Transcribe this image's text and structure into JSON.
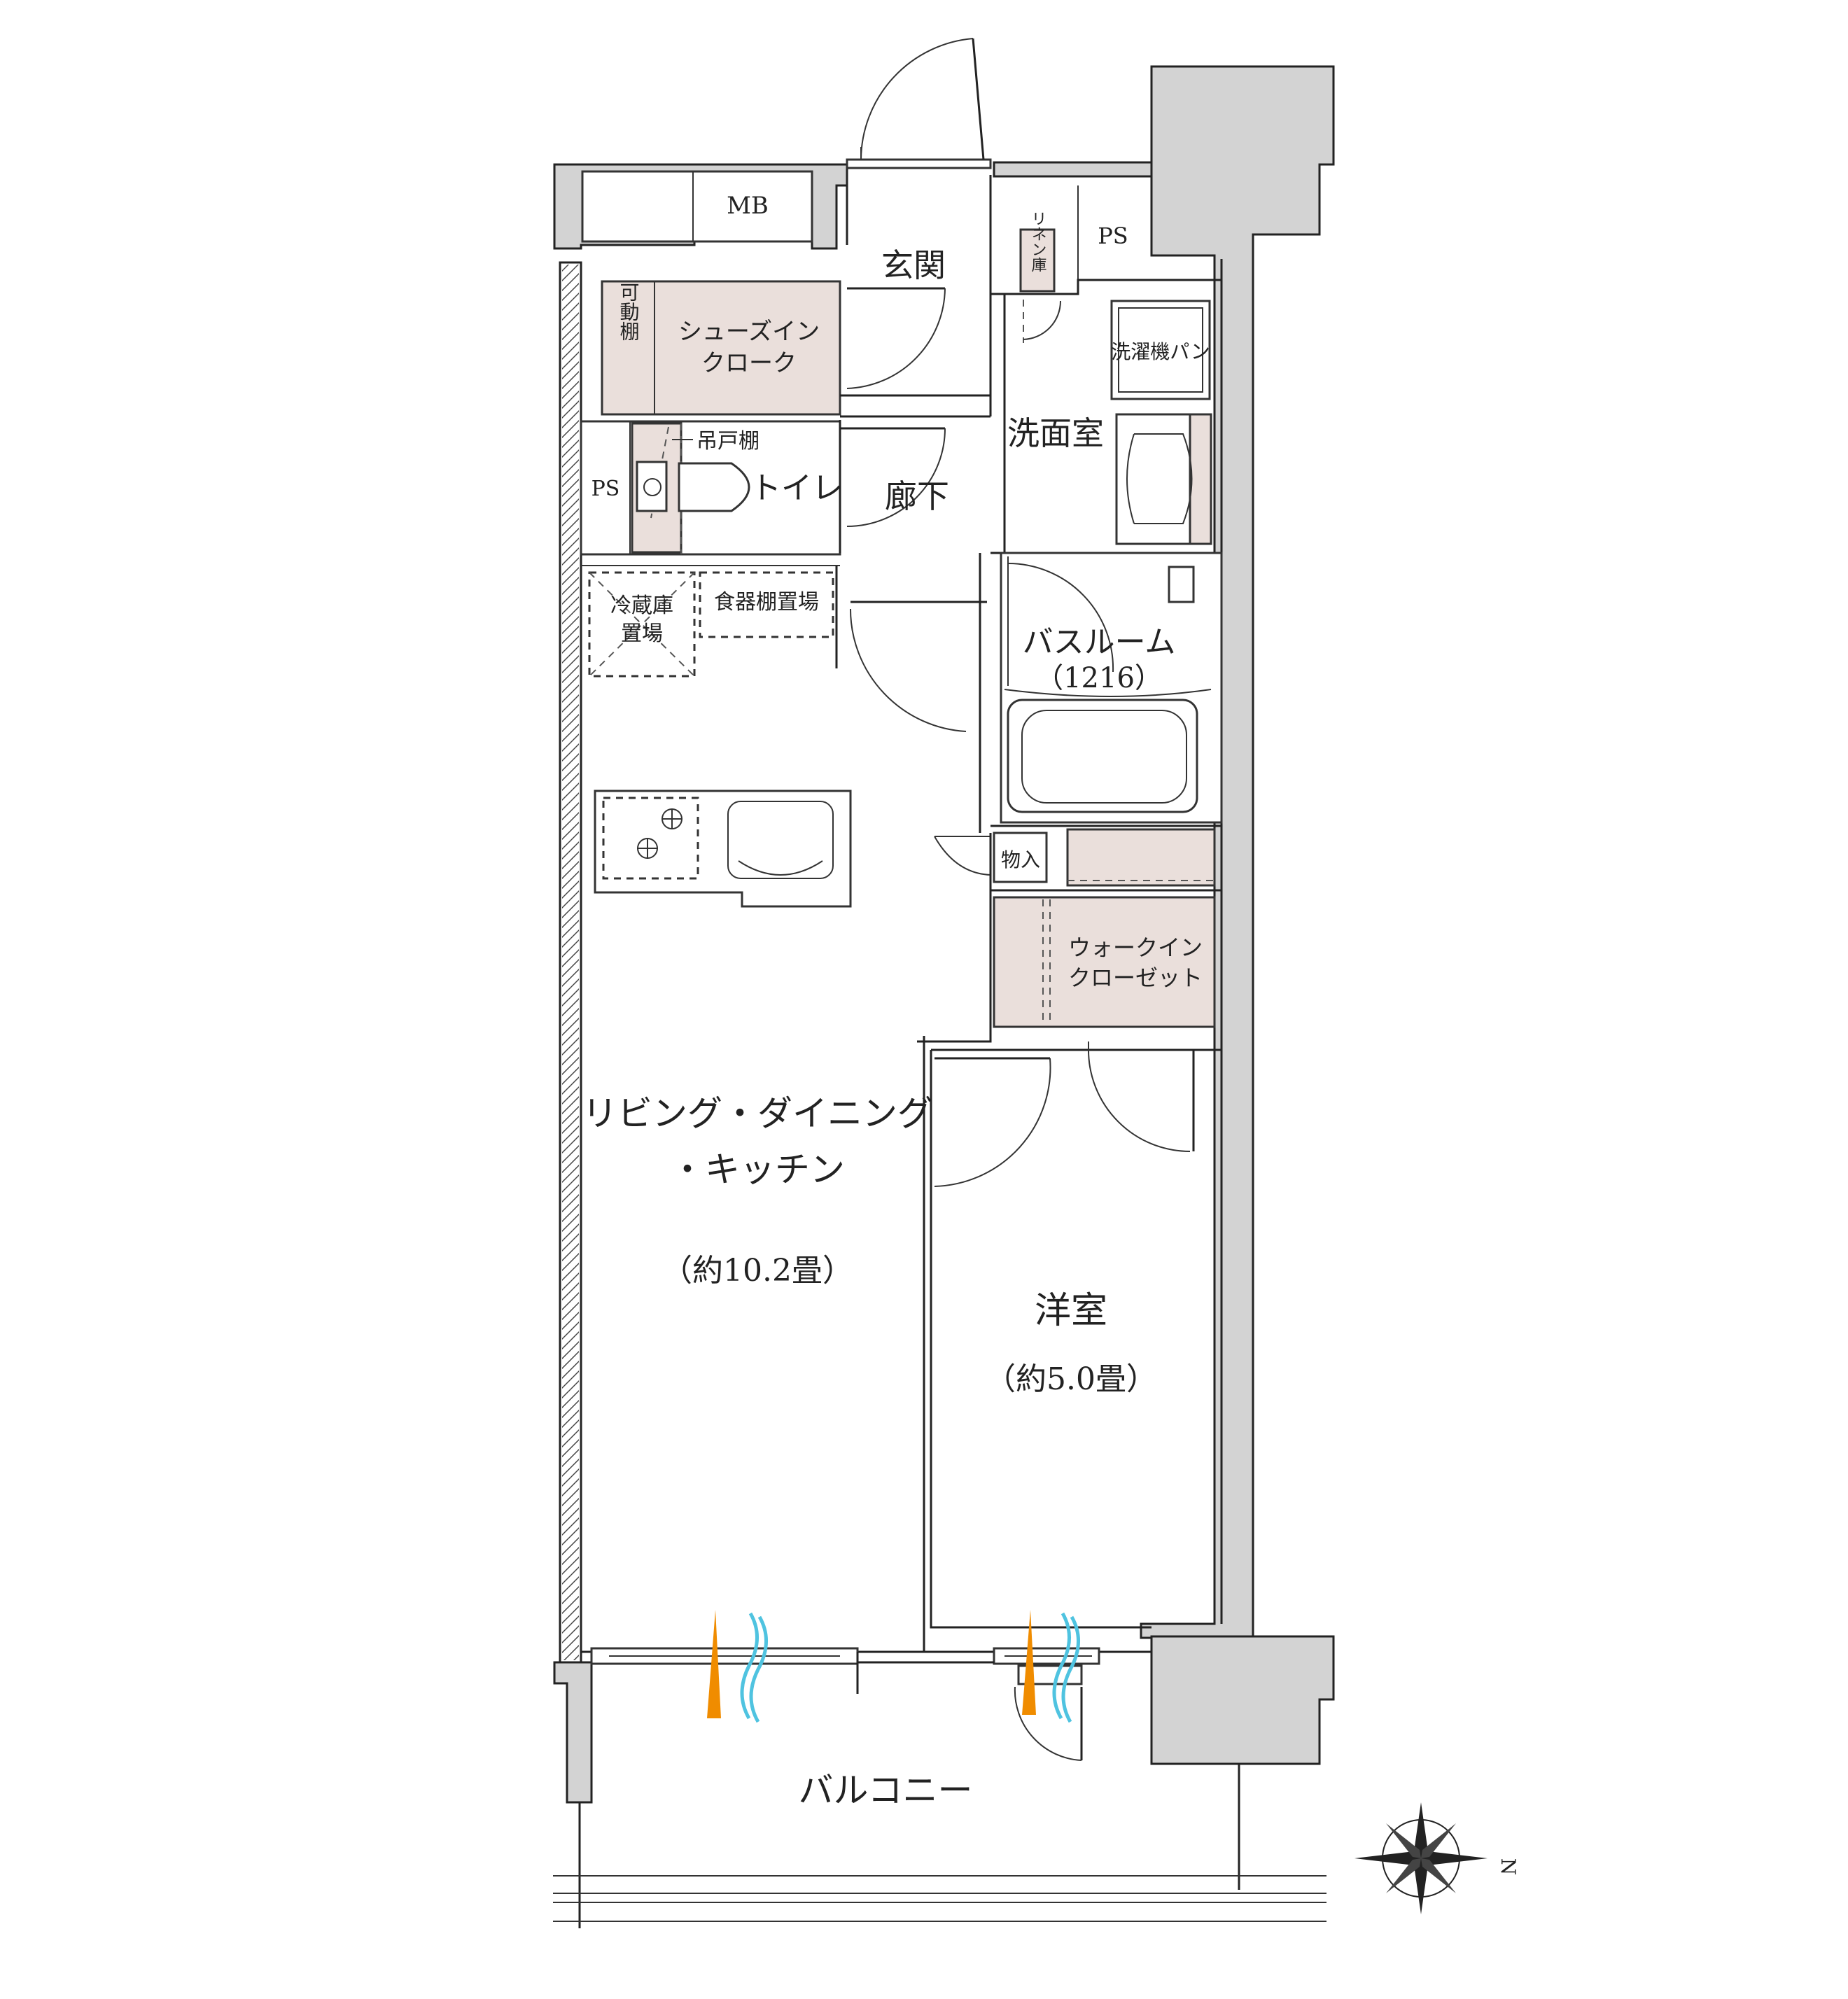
{
  "rooms": {
    "mb": "MB",
    "entrance": "玄関",
    "linen": "リネン庫",
    "ps_top": "PS",
    "washer_pan": "洗濯機パン",
    "movable_shelf": "可動棚",
    "shoe_closet_line1": "シューズイン",
    "shoe_closet_line2": "クローク",
    "washroom": "洗面室",
    "hanging_cabinet": "吊戸棚",
    "ps_left": "PS",
    "toilet": "トイレ",
    "hallway": "廊下",
    "fridge_line1": "冷蔵庫",
    "fridge_line2": "置場",
    "dish_shelf": "食器棚置場",
    "bathroom": "バスルーム",
    "bathroom_size": "（1216）",
    "storage_small": "物入",
    "walk_in_line1": "ウォークイン",
    "walk_in_line2": "クローゼット",
    "ldk_line1": "リビング・ダイニング",
    "ldk_line2": "・キッチン",
    "ldk_size": "（約10.2畳）",
    "western": "洋室",
    "western_size": "（約5.0畳）",
    "balcony": "バルコニー"
  },
  "compass": {
    "north_label": "N"
  },
  "colors": {
    "wall": "#d3d3d3",
    "storage": "#eadfdb",
    "airflow_warm": "#f08c00",
    "airflow_cool": "#4fc3e0"
  }
}
